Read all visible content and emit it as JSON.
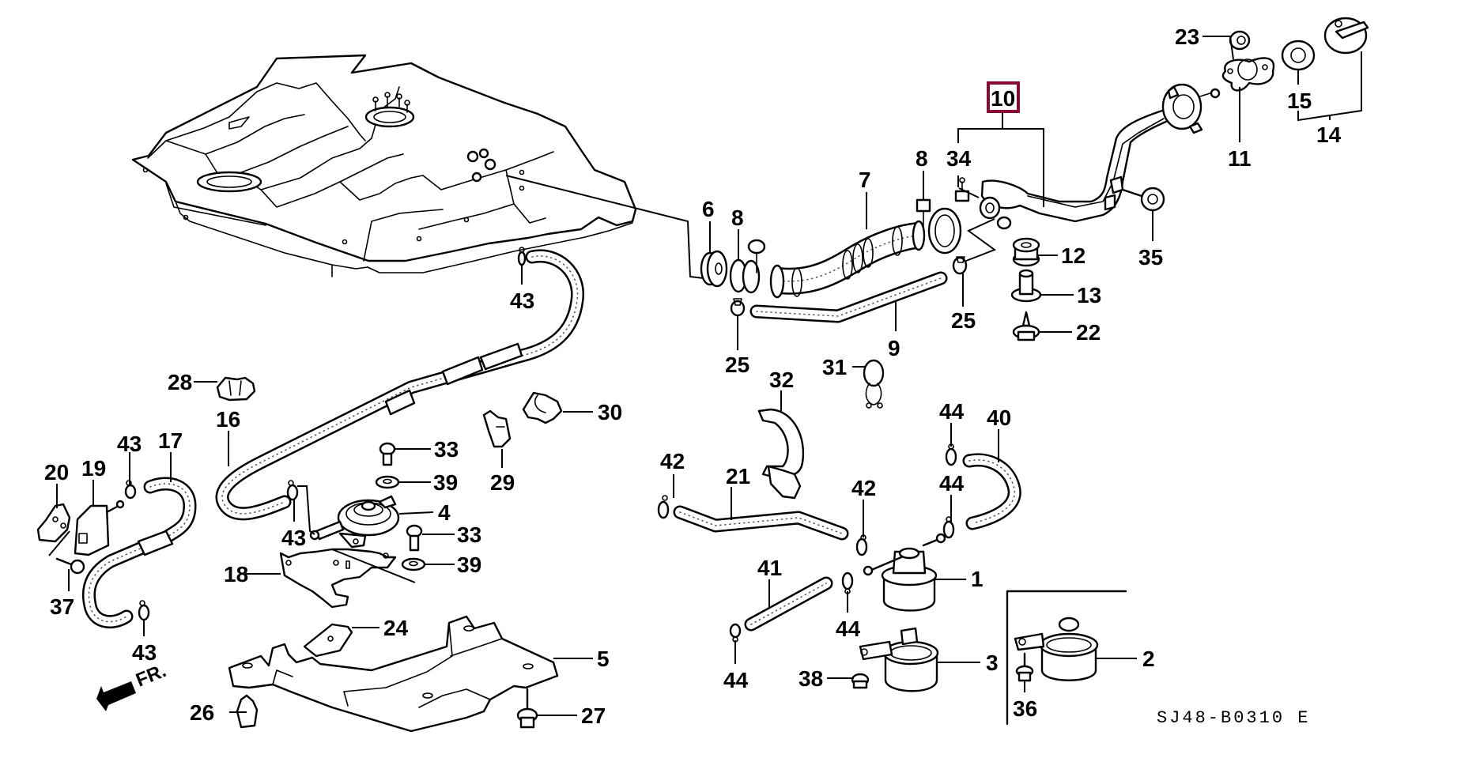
{
  "diagram": {
    "title_code": "SJ48-B0310 E",
    "front_marker": "FR.",
    "highlight_color": "#8b0a35",
    "highlighted_callout": "10",
    "callouts": [
      {
        "id": "c1",
        "label": "1"
      },
      {
        "id": "c2",
        "label": "2"
      },
      {
        "id": "c3",
        "label": "3"
      },
      {
        "id": "c4",
        "label": "4"
      },
      {
        "id": "c5",
        "label": "5"
      },
      {
        "id": "c6",
        "label": "6"
      },
      {
        "id": "c7",
        "label": "7"
      },
      {
        "id": "c8a",
        "label": "8"
      },
      {
        "id": "c8b",
        "label": "8"
      },
      {
        "id": "c9",
        "label": "9"
      },
      {
        "id": "c10",
        "label": "10"
      },
      {
        "id": "c11",
        "label": "11"
      },
      {
        "id": "c12",
        "label": "12"
      },
      {
        "id": "c13",
        "label": "13"
      },
      {
        "id": "c14",
        "label": "14"
      },
      {
        "id": "c15",
        "label": "15"
      },
      {
        "id": "c16",
        "label": "16"
      },
      {
        "id": "c17",
        "label": "17"
      },
      {
        "id": "c18",
        "label": "18"
      },
      {
        "id": "c19",
        "label": "19"
      },
      {
        "id": "c20",
        "label": "20"
      },
      {
        "id": "c21",
        "label": "21"
      },
      {
        "id": "c22",
        "label": "22"
      },
      {
        "id": "c23",
        "label": "23"
      },
      {
        "id": "c24",
        "label": "24"
      },
      {
        "id": "c25a",
        "label": "25"
      },
      {
        "id": "c25b",
        "label": "25"
      },
      {
        "id": "c26",
        "label": "26"
      },
      {
        "id": "c27",
        "label": "27"
      },
      {
        "id": "c28",
        "label": "28"
      },
      {
        "id": "c29",
        "label": "29"
      },
      {
        "id": "c30",
        "label": "30"
      },
      {
        "id": "c31",
        "label": "31"
      },
      {
        "id": "c32",
        "label": "32"
      },
      {
        "id": "c33a",
        "label": "33"
      },
      {
        "id": "c33b",
        "label": "33"
      },
      {
        "id": "c34",
        "label": "34"
      },
      {
        "id": "c35",
        "label": "35"
      },
      {
        "id": "c36",
        "label": "36"
      },
      {
        "id": "c37",
        "label": "37"
      },
      {
        "id": "c38",
        "label": "38"
      },
      {
        "id": "c39a",
        "label": "39"
      },
      {
        "id": "c39b",
        "label": "39"
      },
      {
        "id": "c40",
        "label": "40"
      },
      {
        "id": "c41",
        "label": "41"
      },
      {
        "id": "c42a",
        "label": "42"
      },
      {
        "id": "c42b",
        "label": "42"
      },
      {
        "id": "c43a",
        "label": "43"
      },
      {
        "id": "c43b",
        "label": "43"
      },
      {
        "id": "c43c",
        "label": "43"
      },
      {
        "id": "c43d",
        "label": "43"
      },
      {
        "id": "c44a",
        "label": "44"
      },
      {
        "id": "c44b",
        "label": "44"
      },
      {
        "id": "c44c",
        "label": "44"
      },
      {
        "id": "c44d",
        "label": "44"
      }
    ]
  }
}
